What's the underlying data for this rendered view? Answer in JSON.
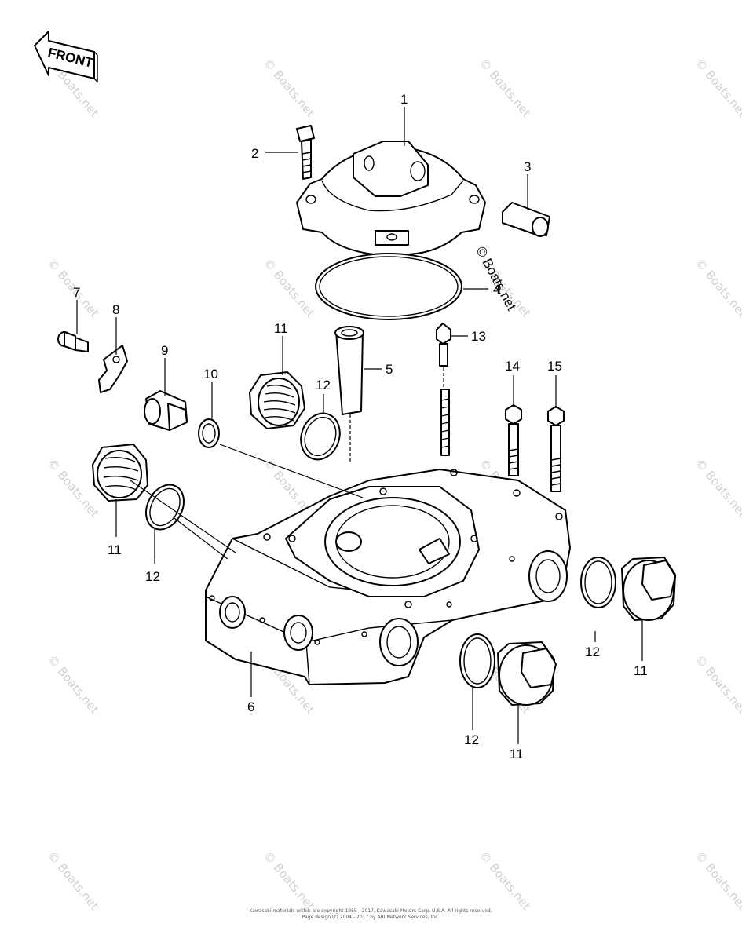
{
  "front_arrow": {
    "label": "FRONT"
  },
  "watermark": {
    "text": "© Boats.net"
  },
  "center_mark": {
    "text": "© Boats.net"
  },
  "callouts": [
    {
      "id": "c1",
      "text": "1"
    },
    {
      "id": "c2",
      "text": "2"
    },
    {
      "id": "c3",
      "text": "3"
    },
    {
      "id": "c4",
      "text": "4"
    },
    {
      "id": "c5",
      "text": "5"
    },
    {
      "id": "c6",
      "text": "6"
    },
    {
      "id": "c7",
      "text": "7"
    },
    {
      "id": "c8",
      "text": "8"
    },
    {
      "id": "c9",
      "text": "9"
    },
    {
      "id": "c10",
      "text": "10"
    },
    {
      "id": "c11a",
      "text": "11"
    },
    {
      "id": "c11b",
      "text": "11"
    },
    {
      "id": "c11c",
      "text": "11"
    },
    {
      "id": "c11d",
      "text": "11"
    },
    {
      "id": "c12a",
      "text": "12"
    },
    {
      "id": "c12b",
      "text": "12"
    },
    {
      "id": "c12c",
      "text": "12"
    },
    {
      "id": "c12d",
      "text": "12"
    },
    {
      "id": "c13",
      "text": "13"
    },
    {
      "id": "c14",
      "text": "14"
    },
    {
      "id": "c15",
      "text": "15"
    }
  ],
  "footer": {
    "line1": "Kawasaki materials within are copyright 1955 - 2017, Kawasaki Motors Corp. U.S.A. All rights reserved.",
    "line2": "Page design (c) 2004 - 2017 by ARI Network Services, Inc."
  }
}
